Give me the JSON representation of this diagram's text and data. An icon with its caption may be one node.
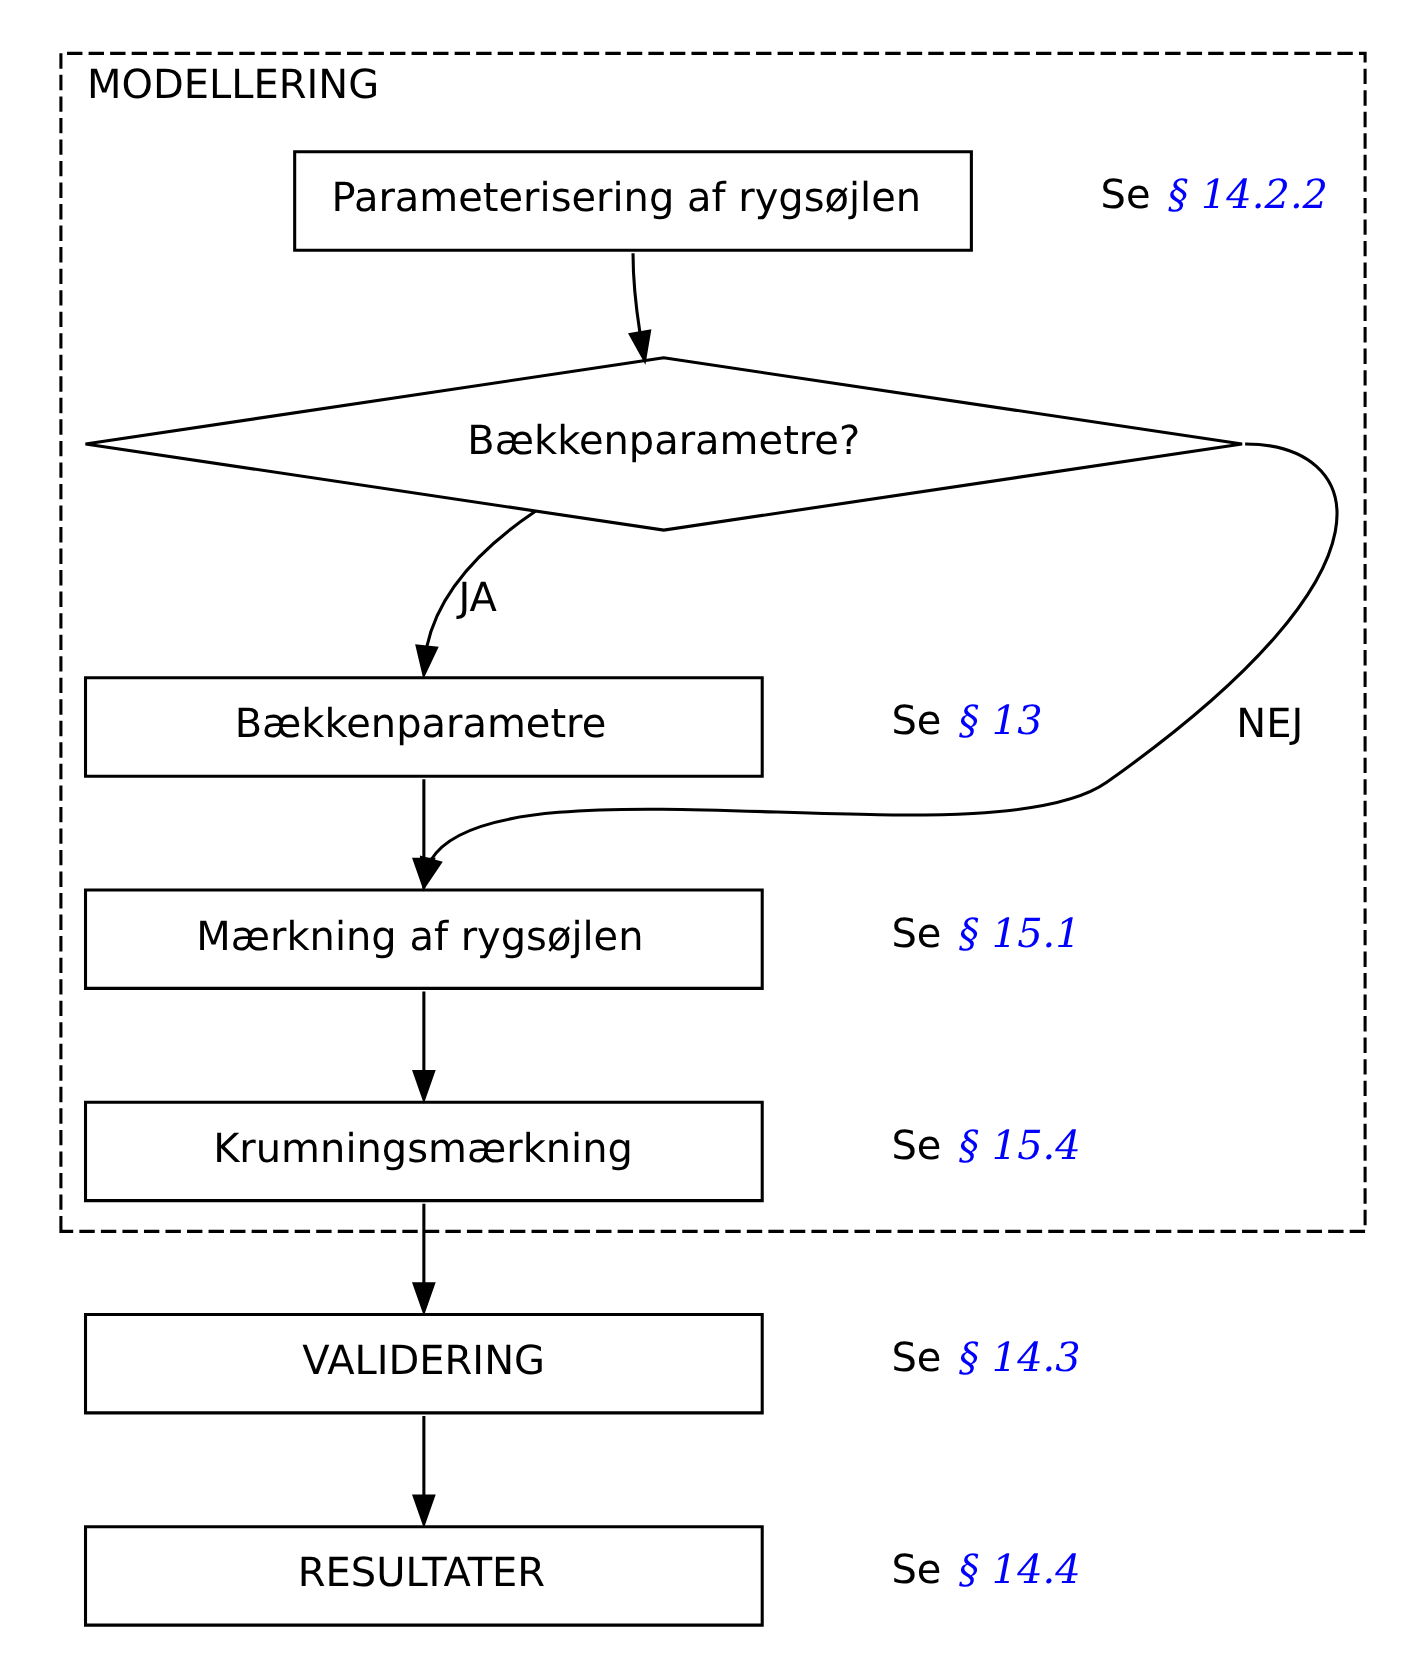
{
  "diagram": {
    "nodes": [
      {
        "text": [
          "MODELLERING"
        ]
      },
      {
        "text": [
          "Parameterisering af rygsøjlen"
        ],
        "in": 0,
        "beside": [
          "Se *§ 14.2.2*"
        ]
      },
      {
        "text": [
          "Bækkenparametre?"
        ],
        "in": 0
      },
      {
        "text": [
          "Bækkenparametre"
        ],
        "in": 0,
        "beside": [
          "Se *§ 13*"
        ]
      },
      {
        "text": [
          "Mærkning af rygsøjlen"
        ],
        "in": 0,
        "beside": [
          "Se *§ 15.1*"
        ]
      },
      {
        "text": [
          "Krumningsmærkning"
        ],
        "in": 0,
        "beside": [
          "Se *§ 15.4*"
        ]
      },
      {
        "text": [
          "VALIDERING"
        ],
        "beside": [
          "Se *§ 14.3*"
        ]
      },
      {
        "text": [
          "RESULTATER"
        ],
        "beside": [
          "Se *§ 14.4*"
        ]
      }
    ],
    "edges": [
      {
        "from": 1,
        "to": 2,
        "arrow": "to"
      },
      {
        "from": 2,
        "to": 3,
        "arrow": "to",
        "label": "JA"
      },
      {
        "from": 2,
        "to": 4,
        "arrow": "to",
        "label": "NEJ"
      },
      {
        "from": 3,
        "to": 4,
        "arrow": "to"
      },
      {
        "from": 4,
        "to": 5,
        "arrow": "to"
      },
      {
        "from": 5,
        "to": 6,
        "arrow": "to"
      },
      {
        "from": 6,
        "to": 7,
        "arrow": "to"
      }
    ]
  }
}
